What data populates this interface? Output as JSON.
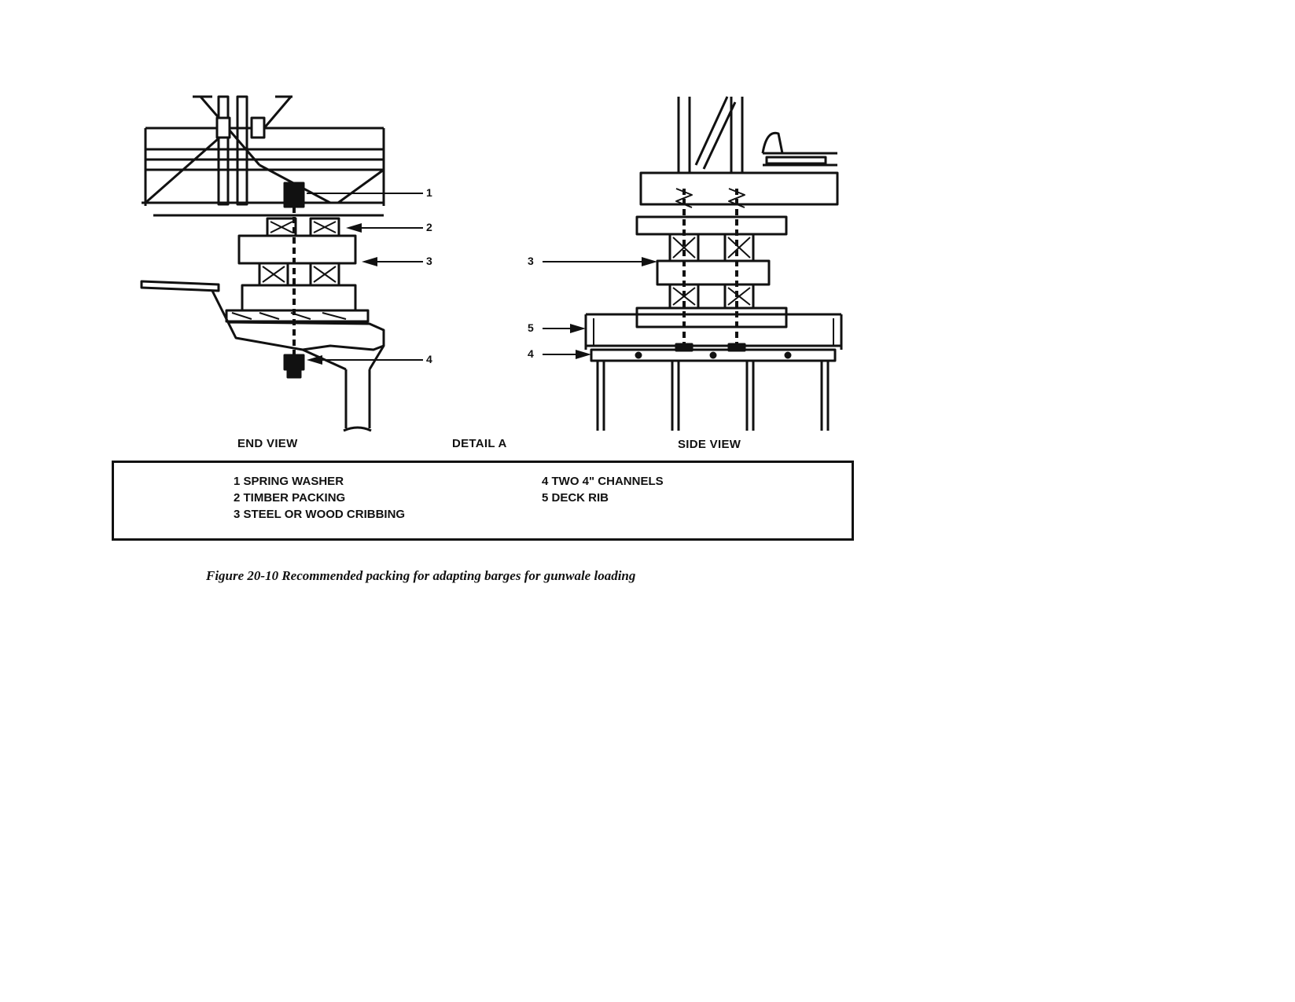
{
  "views": {
    "end_view": "END VIEW",
    "detail": "DETAIL A",
    "side_view": "SIDE VIEW"
  },
  "callouts": {
    "end_view": [
      "1",
      "2",
      "3",
      "4"
    ],
    "side_view": [
      "3",
      "5",
      "4"
    ]
  },
  "legend": {
    "items": [
      "1 SPRING WASHER",
      "2 TIMBER PACKING",
      "3 STEEL OR WOOD CRIBBING",
      "4 TWO 4\" CHANNELS",
      "5 DECK RIB"
    ]
  },
  "caption": "Figure 20-10 Recommended packing for adapting barges for gunwale loading"
}
